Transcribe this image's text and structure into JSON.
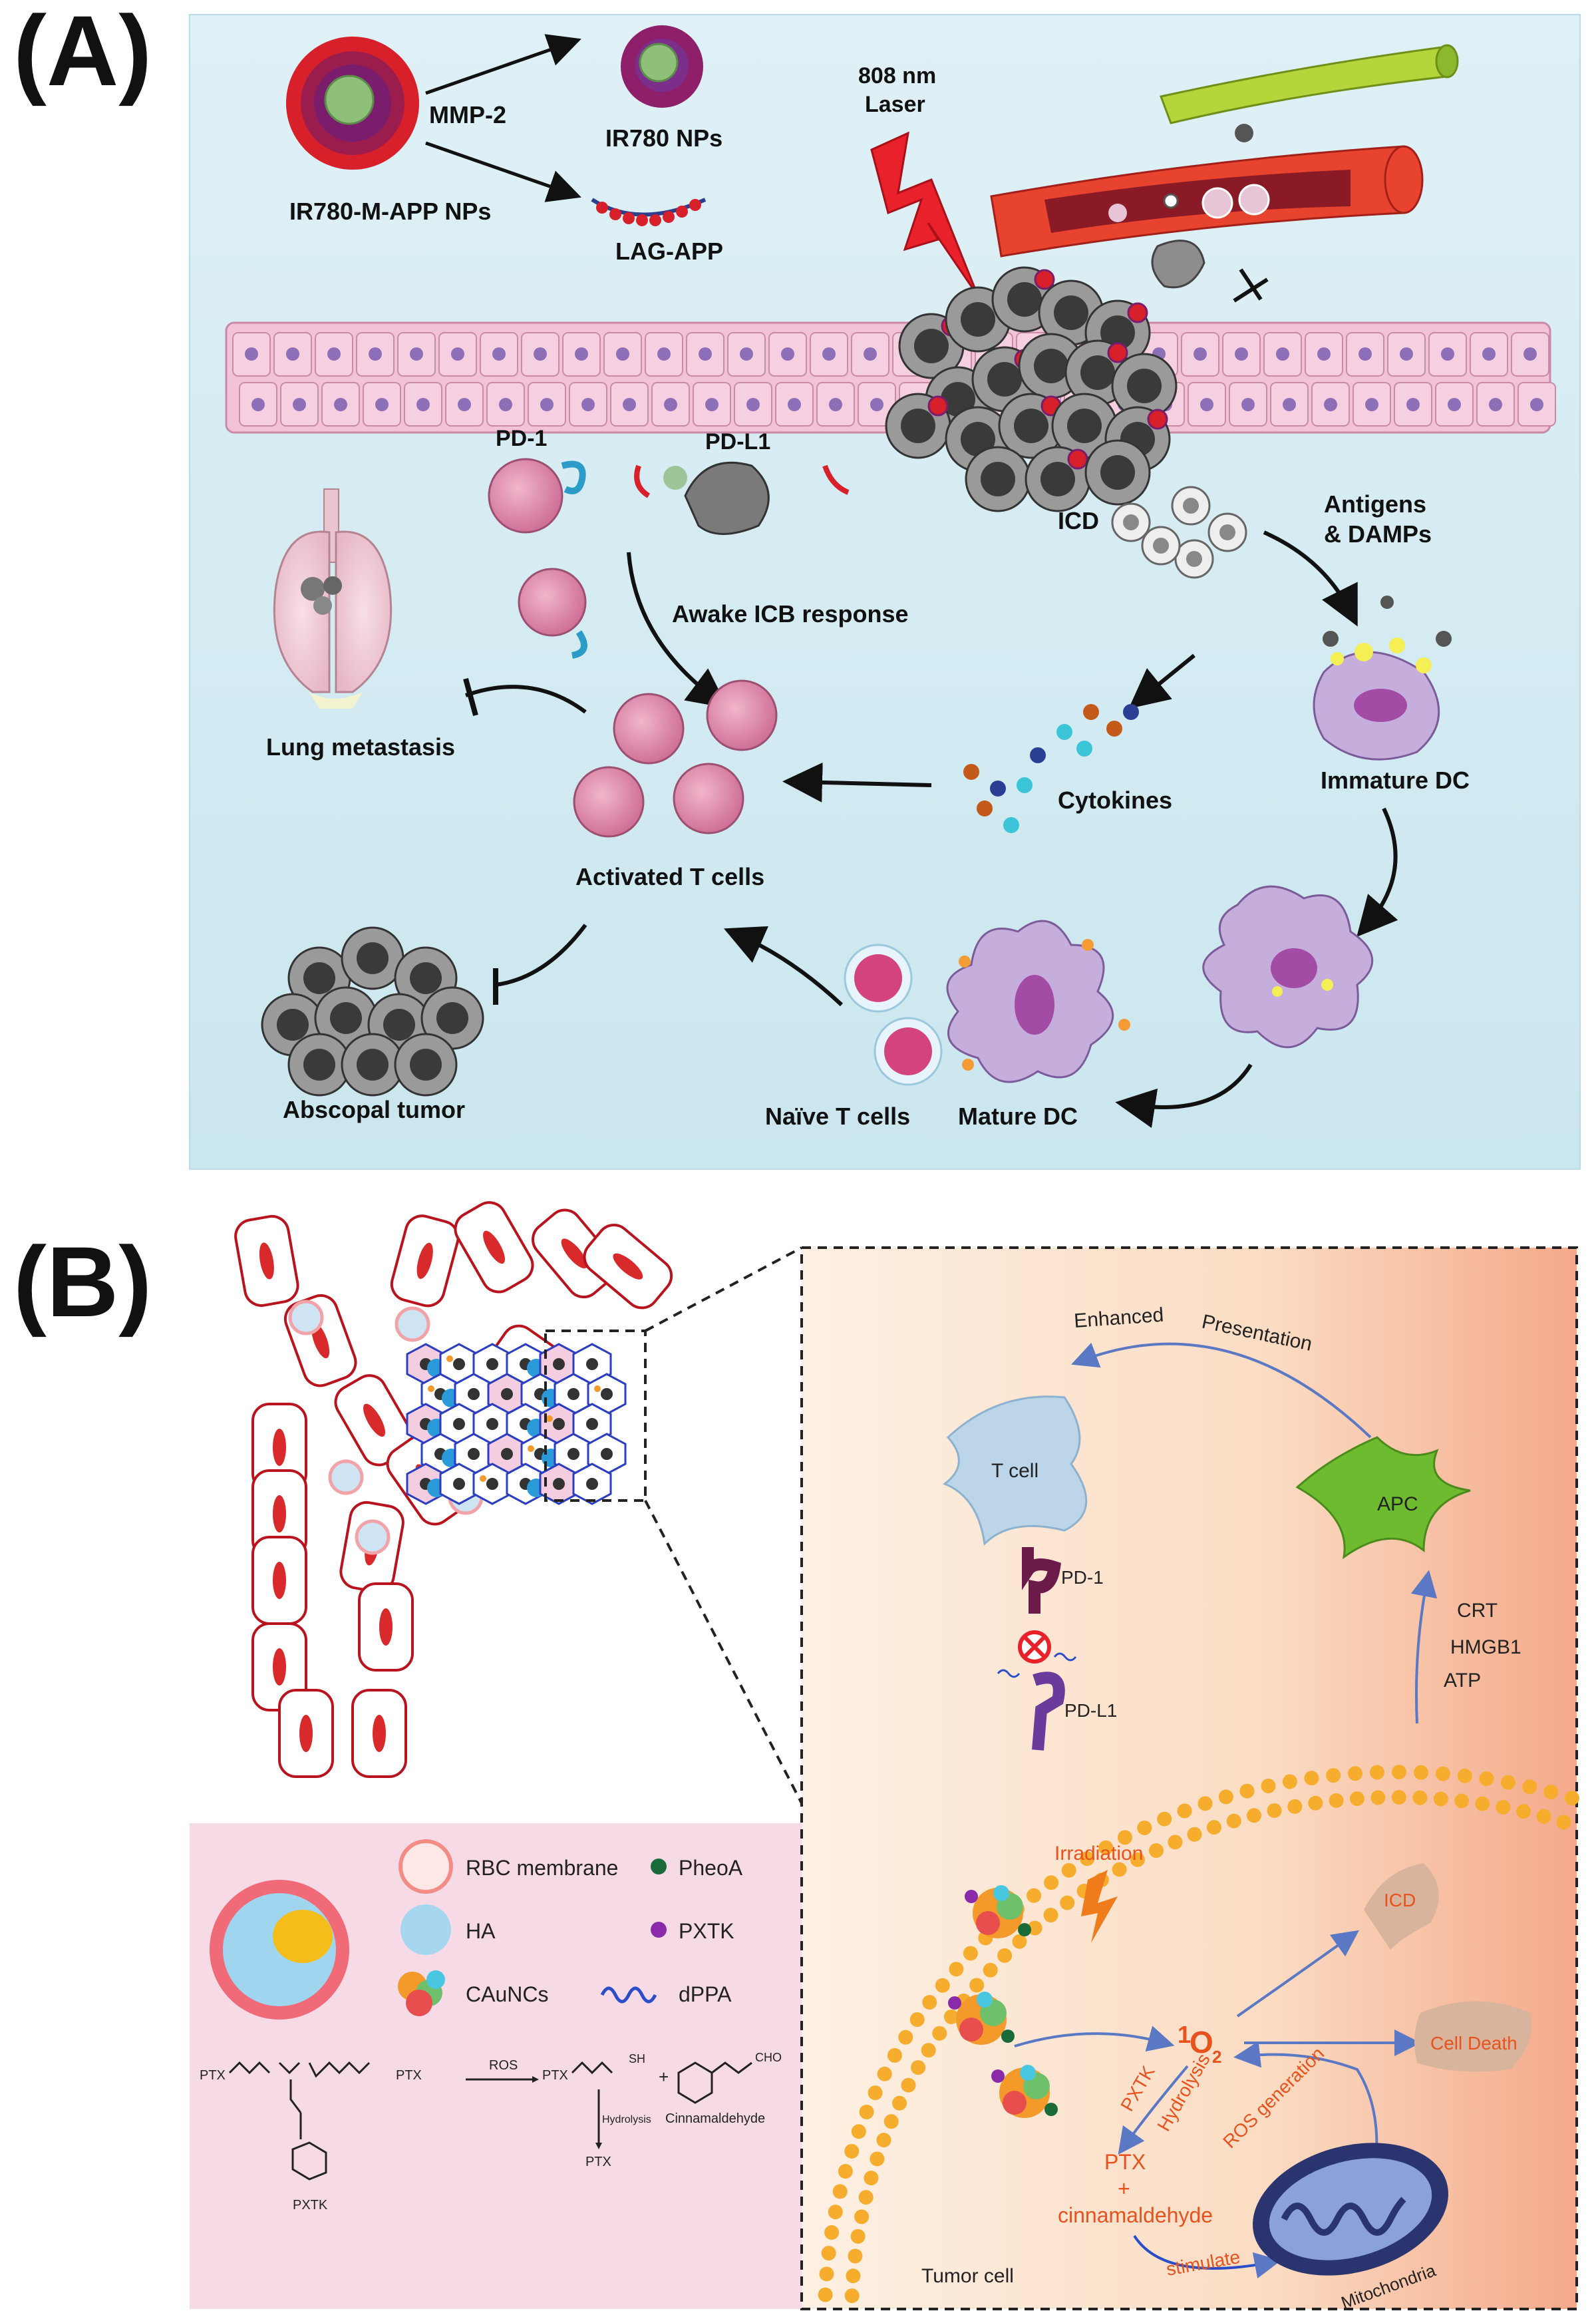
{
  "panel_a": {
    "letter": "(A)",
    "labels": {
      "nps_main": "IR780-M-APP NPs",
      "mmp2": "MMP-2",
      "ir780_nps": "IR780 NPs",
      "lag_app": "LAG-APP",
      "laser_line1": "808 nm",
      "laser_line2": "Laser",
      "pd1": "PD-1",
      "pdl1": "PD-L1",
      "icd": "ICD",
      "antigens_line1": "Antigens",
      "antigens_line2": "& DAMPs",
      "awake_icb": "Awake ICB response",
      "lung_metastasis": "Lung metastasis",
      "immature_dc": "Immature DC",
      "cytokines": "Cytokines",
      "activated_t": "Activated T cells",
      "abscopal": "Abscopal tumor",
      "naive_t": "Naïve T cells",
      "mature_dc": "Mature DC"
    }
  },
  "panel_b": {
    "letter": "(B)",
    "legend": {
      "rbc": "RBC membrane",
      "pheoa": "PheoA",
      "ha": "HA",
      "pxtk": "PXTK",
      "caunc": "CAuNCs",
      "dppa": "dPPA",
      "chem_ptx1": "PTX",
      "chem_ptx2": "PTX",
      "chem_ros": "ROS",
      "chem_ptx3": "PTX",
      "chem_sh": "SH",
      "chem_plus": "+",
      "chem_cho": "CHO",
      "chem_cinn": "Cinnamaldehyde",
      "chem_hydrolysis": "Hydrolysis",
      "chem_ptx4": "PTX",
      "chem_pxtk": "PXTK"
    },
    "labels": {
      "enhanced": "Enhanced",
      "presentation": "Presentation",
      "t_cell": "T cell",
      "apc": "APC",
      "pd1": "PD-1",
      "pdl1": "PD-L1",
      "crt": "CRT",
      "hmgb1": "HMGB1",
      "atp": "ATP",
      "irradiation": "Irradiation",
      "icd": "ICD",
      "singlet_o2_sup": "1",
      "singlet_o2": "O",
      "singlet_o2_sub": "2",
      "cell_death": "Cell Death",
      "pxtk": "PXTK",
      "hydrolysis": "Hydrolysis",
      "ros_generation": "ROS generation",
      "ptx": "PTX",
      "plus": "+",
      "cinnamaldehyde": "cinnamaldehyde",
      "stimulate": "stimulate",
      "mitochondria": "Mitochondria",
      "tumor_cell": "Tumor cell"
    }
  },
  "colors": {
    "panel_a_bg": "#d3ecf2",
    "cell_pink": "#e8b8d3",
    "t_cell": "#d97ba0",
    "dc_purple": "#b59ad0",
    "nanoparticle_red": "#d8202a",
    "panel_b_bg_start": "#fbe9d8",
    "panel_b_bg_end": "#f4a98a",
    "orange_text": "#e8531d",
    "arrow_blue": "#5a78c4",
    "apc_green": "#6dbb2e",
    "tcell_blue": "#bcd5e8",
    "legend_bg": "#f6dbe7",
    "membrane_orange": "#f6ad2d"
  }
}
